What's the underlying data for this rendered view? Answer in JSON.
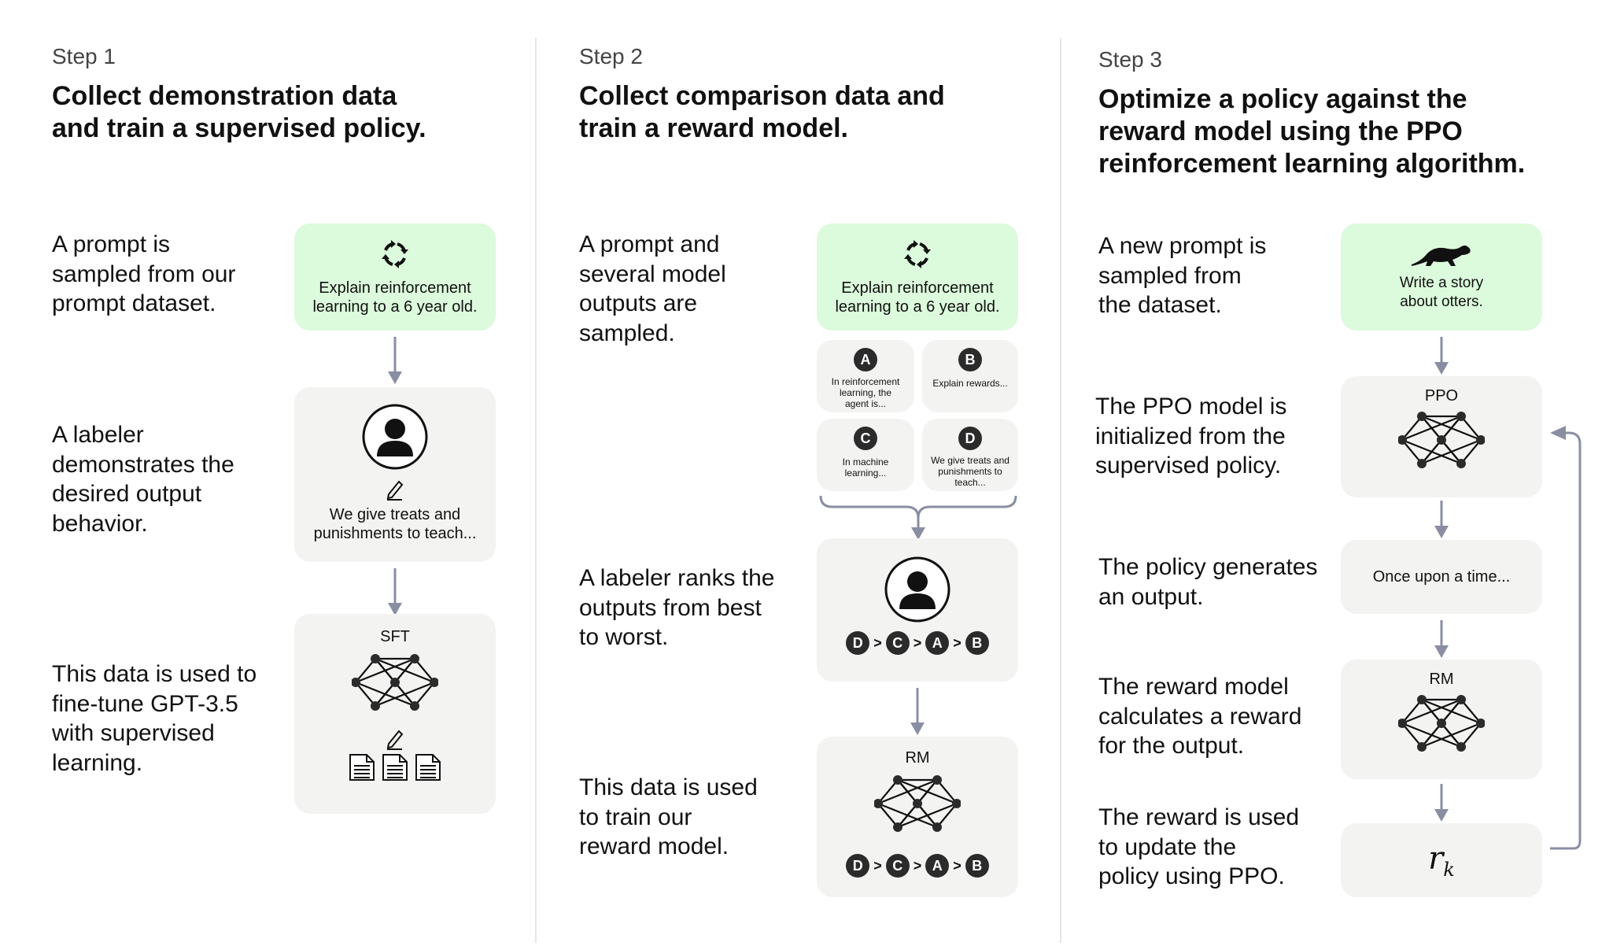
{
  "step1": {
    "label": "Step 1",
    "title_line1": "Collect demonstration data",
    "title_line2": "and train a supervised policy.",
    "desc1": [
      "A prompt is",
      "sampled from our",
      "prompt dataset."
    ],
    "desc2": [
      "A labeler",
      "demonstrates the",
      "desired output",
      "behavior."
    ],
    "desc3": [
      "This data is used to",
      "fine-tune GPT-3.5",
      "with supervised",
      "learning."
    ],
    "prompt_line1": "Explain reinforcement",
    "prompt_line2": "learning to a 6 year old.",
    "demo_line1": "We give treats and",
    "demo_line2": "punishments to teach...",
    "model_label": "SFT"
  },
  "step2": {
    "label": "Step 2",
    "title_line1": "Collect comparison data and",
    "title_line2": "train a reward model.",
    "desc1": [
      "A prompt and",
      "several model",
      "outputs are",
      "sampled."
    ],
    "desc2": [
      "A labeler ranks the",
      "outputs from best",
      "to worst."
    ],
    "desc3": [
      "This data is used",
      "to train our",
      "reward model."
    ],
    "prompt_line1": "Explain reinforcement",
    "prompt_line2": "learning to a 6 year old.",
    "outputs": [
      {
        "letter": "A",
        "lines": [
          "In reinforcement",
          "learning, the",
          "agent is..."
        ]
      },
      {
        "letter": "B",
        "lines": [
          "Explain rewards..."
        ]
      },
      {
        "letter": "C",
        "lines": [
          "In machine",
          "learning..."
        ]
      },
      {
        "letter": "D",
        "lines": [
          "We give treats and",
          "punishments to",
          "teach..."
        ]
      }
    ],
    "ranking": [
      "D",
      "C",
      "A",
      "B"
    ],
    "rank_sep": ">",
    "model_label": "RM"
  },
  "step3": {
    "label": "Step 3",
    "title_line1": "Optimize a policy against the",
    "title_line2": "reward model using the PPO",
    "title_line3": "reinforcement learning algorithm.",
    "desc1": [
      "A new prompt is",
      "sampled from",
      "the dataset."
    ],
    "desc2": [
      "The PPO model is",
      "initialized from the",
      "supervised policy."
    ],
    "desc3": [
      "The policy generates",
      "an output."
    ],
    "desc4": [
      "The reward model",
      "calculates a reward",
      "for the output."
    ],
    "desc5": [
      "The reward is used",
      "to update the",
      "policy using PPO."
    ],
    "prompt_line1": "Write a story",
    "prompt_line2": "about otters.",
    "ppo_label": "PPO",
    "output_text": "Once upon a time...",
    "rm_label": "RM",
    "reward_symbol": "r",
    "reward_subscript": "k"
  },
  "colors": {
    "prompt_box": "#dcfadc",
    "model_box": "#f3f3f2",
    "arrow": "#8a8ea3",
    "node": "#2b2b2b"
  },
  "icons": {
    "recycle": "refresh-icon",
    "person": "person-icon",
    "pencil": "pencil-icon",
    "document": "document-icon",
    "otter": "otter-icon",
    "network": "neural-network-icon"
  }
}
